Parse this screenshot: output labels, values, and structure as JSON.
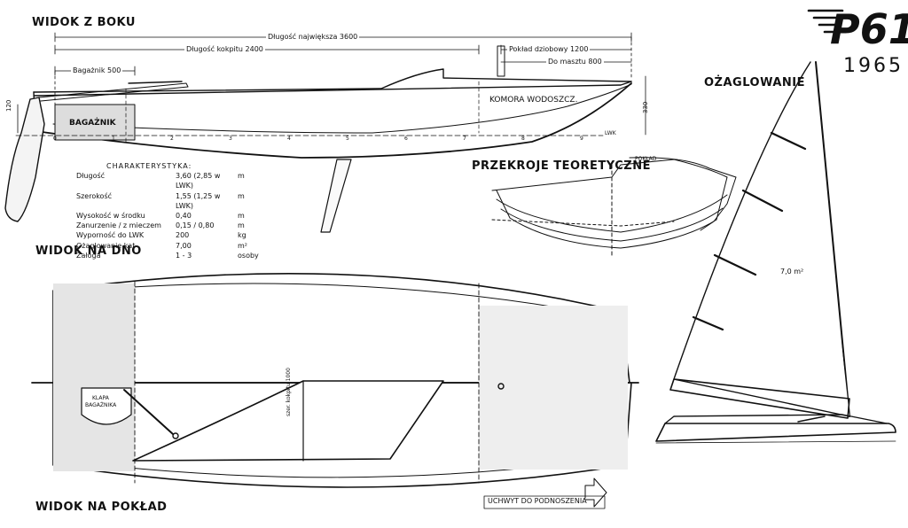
{
  "logo": {
    "model": "P61",
    "year": "1965"
  },
  "labels": {
    "side_view": "WIDOK Z BOKU",
    "bottom_view": "WIDOK NA DNO",
    "deck_view": "WIDOK NA POKŁAD",
    "sections": "PRZEKROJE TEORETYCZNE",
    "sail": "OŻAGLOWANIE",
    "trunk": "BAGAŻNIK",
    "float_chamber": "KOMORA WODOSZCZ.",
    "trunk_hatch_1": "KLAPA",
    "trunk_hatch_2": "BAGAŻNIKA",
    "lifting_handle": "UCHWYT DO PODNOSZENIA",
    "cockpit_width": "szer. kokpitu 1000",
    "sail_area": "7,0 m²",
    "waterline": "LWK",
    "section_deck": "POKŁAD",
    "height_left": "120",
    "height_right": "330"
  },
  "dimensions": {
    "max_length": "Długość największa 3600",
    "cockpit_length": "Długość kokpitu 2400",
    "trunk_length": "Bagażnik 500",
    "bow_deck": "Pokład dziobowy 1200",
    "to_mast": "Do masztu 800"
  },
  "specs": {
    "heading": "CHARAKTERYSTYKA:",
    "rows": [
      {
        "k": "Długość",
        "v": "3,60 (2,85 w LWK)",
        "u": "m"
      },
      {
        "k": "Szerokość",
        "v": "1,55 (1,25 w LWK)",
        "u": "m"
      },
      {
        "k": "Wysokość w środku",
        "v": "0,40",
        "u": "m"
      },
      {
        "k": "Zanurzenie / z mieczem",
        "v": "0,15 / 0,80",
        "u": "m"
      },
      {
        "k": "Wyporność do LWK",
        "v": "200",
        "u": "kg"
      },
      {
        "k": "Ożaglowanie  kat",
        "v": "7,00",
        "u": "m²"
      },
      {
        "k": "Załoga",
        "v": "1 - 3",
        "u": "osoby"
      }
    ]
  },
  "stations": [
    "0",
    "1",
    "2",
    "3",
    "4",
    "5",
    "6",
    "7",
    "8",
    "9"
  ]
}
